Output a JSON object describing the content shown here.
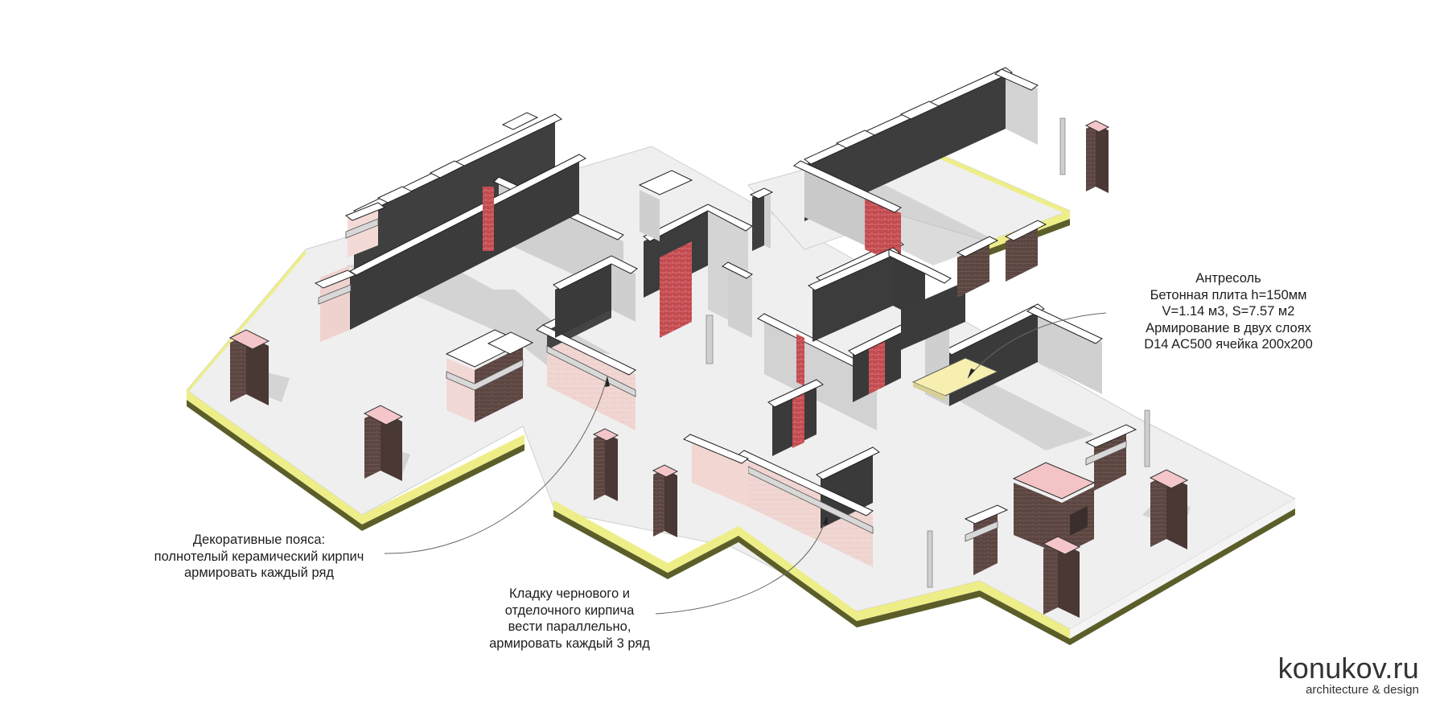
{
  "annotations": {
    "mezzanine": {
      "lines": [
        "Антресоль",
        "Бетонная плита h=150мм",
        "V=1.14 м3, S=7.57 м2",
        "Армирование в двух слоях",
        "D14 AC500 ячейка 200х200"
      ]
    },
    "decorative_belts": {
      "lines": [
        "Декоративные пояса:",
        "полнотелый керамический кирпич",
        "армировать каждый ряд"
      ]
    },
    "masonry": {
      "lines": [
        "Кладку чернового и",
        "отделочного кирпича",
        "вести параллельно,",
        "армировать каждый 3 ряд"
      ]
    }
  },
  "brand": {
    "name": "konukov.ru",
    "tagline": "architecture & design"
  },
  "colors": {
    "wall_top": "#ffffff",
    "wall_light": "#c9c9c9",
    "wall_dark": "#4a4a4a",
    "wall_inner": "#3c3c3c",
    "brick_red": "#c0444a",
    "brick_pink": "#f0d4d0",
    "brick_brown": "#5a4440",
    "slab_top": "#efefef",
    "slab_edge_yellow": "#eeee88",
    "slab_edge_olive": "#5c5e2a",
    "mezzanine_slab": "#f7efb0"
  }
}
